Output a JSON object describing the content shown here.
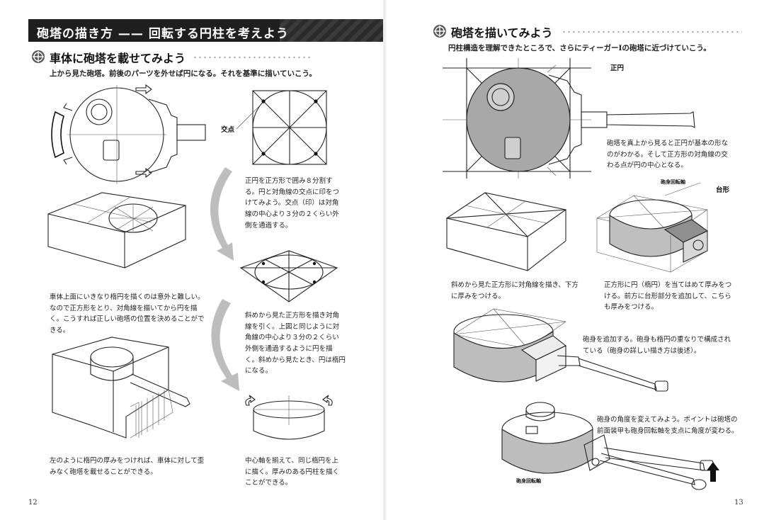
{
  "left_page": {
    "title": "砲塔の描き方 —— 回転する円柱を考えよう",
    "section_heading": "車体に砲塔を載せてみよう",
    "lead": "上から見た砲塔。前後のパーツを外せば円になる。それを基準に描いていこう。",
    "label_intersection": "交点",
    "caption_circle_square": "正円を正方形で囲み８分割する。円と対角線の交点に印をつけてみよう。交点（印）は対角線の中心より３分の２くらい外側を通過する。",
    "caption_hull_top": "車体上面にいきなり楕円を描くのは意外と難しい。なので正方形をとり、対角線を描いてから円を描く。こうすれば正しい砲塔の位置を決めることができる。",
    "caption_diagonal_square": "斜めから見た正方形を描き対角線を引く。上図と同じように対角線の中心より３分の２くらい外側を通過するように円を描く。斜めから見たとき、円は楕円になる。",
    "caption_thickness": "左のように楕円の厚みをつければ、車体に対して歪みなく砲塔を載せることができる。",
    "caption_cylinder": "中心軸を揃えて、同じ楕円を上に描く。厚みのある円柱を描くことができる。",
    "page_number": "12"
  },
  "right_page": {
    "section_heading": "砲塔を描いてみよう",
    "lead": "円柱構造を理解できたところで、さらにティーガーⅠの砲塔に近づけていこう。",
    "label_circle": "正円",
    "caption_top_view": "砲塔を真上から見ると正円が基本の形なのがわかる。そして正方形の対角線の交わる点が円の中心となる。",
    "label_gun_pivot_top": "砲身回転軸",
    "label_trapezoid": "台形",
    "caption_box": "斜めから見た正方形に対角線を描き、下方に厚みをつける。",
    "caption_ellipse_thickness": "正方形に円（楕円）を当てはめて厚みをつける。前方に台形部分を追加して、こちらも厚みをつける。",
    "caption_barrel": "砲身を追加する。砲身も楕円の重なりで構成されている（砲身の詳しい描き方は後述）。",
    "caption_angle": "砲身の角度を変えてみよう。ポイントは砲塔の前面装甲も砲身回転軸を支点に角度が変わる。",
    "label_gun_pivot_bottom": "砲身回転軸",
    "page_number": "13"
  },
  "colors": {
    "title_bar": "#1f1f1f",
    "title_text": "#ffffff",
    "arrow": "#bdbdbd",
    "shade": "#9e9e9e"
  },
  "icons": [
    "crosshair-icon",
    "crosshair-icon",
    "crosshair-icon"
  ]
}
